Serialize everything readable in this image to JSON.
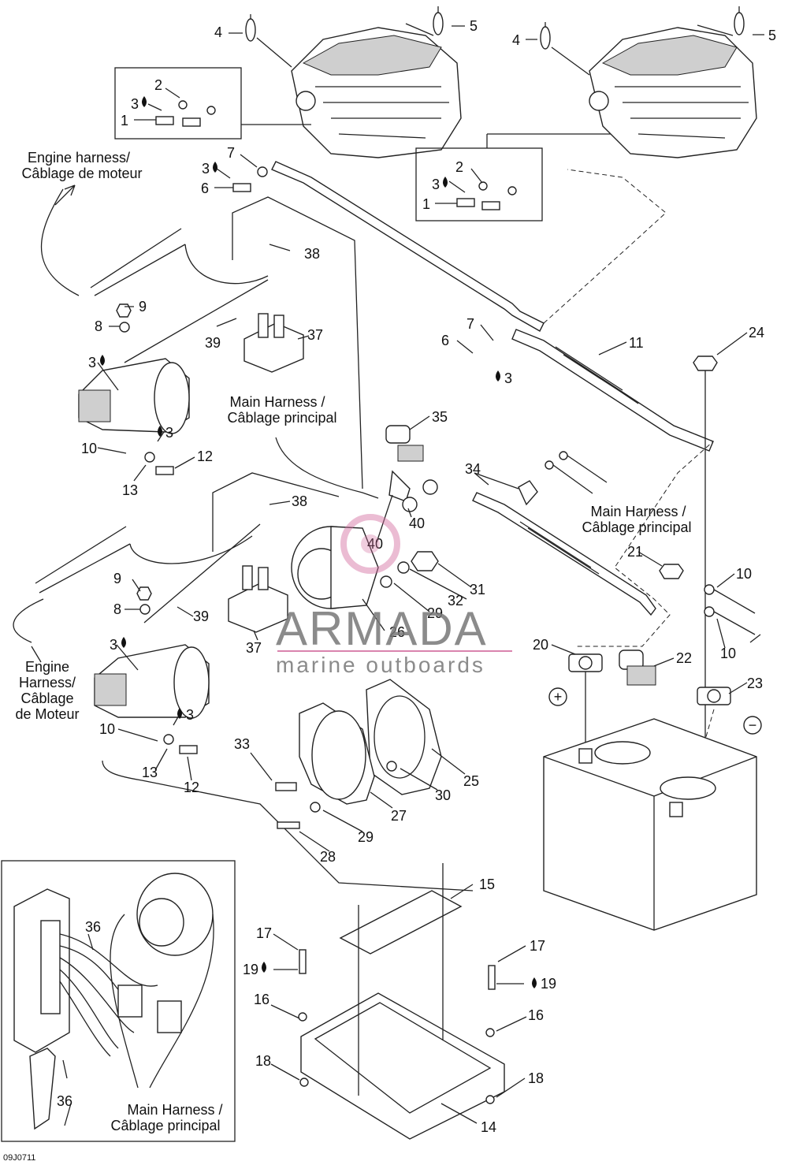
{
  "labels": {
    "engine_harness_top": [
      "Engine harness/",
      "Câblage de moteur"
    ],
    "engine_harness_bottom": [
      "Engine",
      "Harness/",
      "Câblage",
      "de Moteur"
    ],
    "main_harness_center": [
      "Main Harness /",
      "Câblage principal"
    ],
    "main_harness_right": [
      "Main Harness /",
      "Câblage principal"
    ],
    "main_harness_inset": [
      "Main Harness /",
      "Câblage principal"
    ]
  },
  "watermark": {
    "brand": "ARMADA",
    "tagline": "marine outboards"
  },
  "figure_id": "09J0711",
  "callouts": {
    "c4a": "4",
    "c5a": "5",
    "c4b": "4",
    "c5b": "5",
    "c2a": "2",
    "c3a": "3",
    "c1a": "1",
    "c7a": "7",
    "c3b": "3",
    "c6a": "6",
    "c2b": "2",
    "c3c": "3",
    "c1b": "1",
    "c38a": "38",
    "c9a": "9",
    "c8a": "8",
    "c39a": "39",
    "c37a": "37",
    "c3d": "3",
    "c3e": "3",
    "c10a": "10",
    "c12a": "12",
    "c13a": "13",
    "c7b": "7",
    "c6b": "6",
    "c3f": "3",
    "c11": "11",
    "c24": "24",
    "c35": "35",
    "c34": "34",
    "c40a": "40",
    "c40b": "40",
    "c38b": "38",
    "c31": "31",
    "c32": "32",
    "c29a": "29",
    "c26": "26",
    "c21": "21",
    "c10b": "10",
    "c10c": "10",
    "c20": "20",
    "c22": "22",
    "c23": "23",
    "c9b": "9",
    "c8b": "8",
    "c39b": "39",
    "c37b": "37",
    "c3g": "3",
    "c3h": "3",
    "c10d": "10",
    "c13b": "13",
    "c12b": "12",
    "c33": "33",
    "c30": "30",
    "c25": "25",
    "c27": "27",
    "c29b": "29",
    "c28": "28",
    "c36a": "36",
    "c36b": "36",
    "c15": "15",
    "c17a": "17",
    "c17b": "17",
    "c19a": "19",
    "c19b": "19",
    "c16a": "16",
    "c16b": "16",
    "c18a": "18",
    "c18b": "18",
    "c14": "14"
  },
  "icons": {
    "plus_terminal": "+",
    "minus_terminal": "−",
    "drop": "loctite-drop-icon"
  }
}
